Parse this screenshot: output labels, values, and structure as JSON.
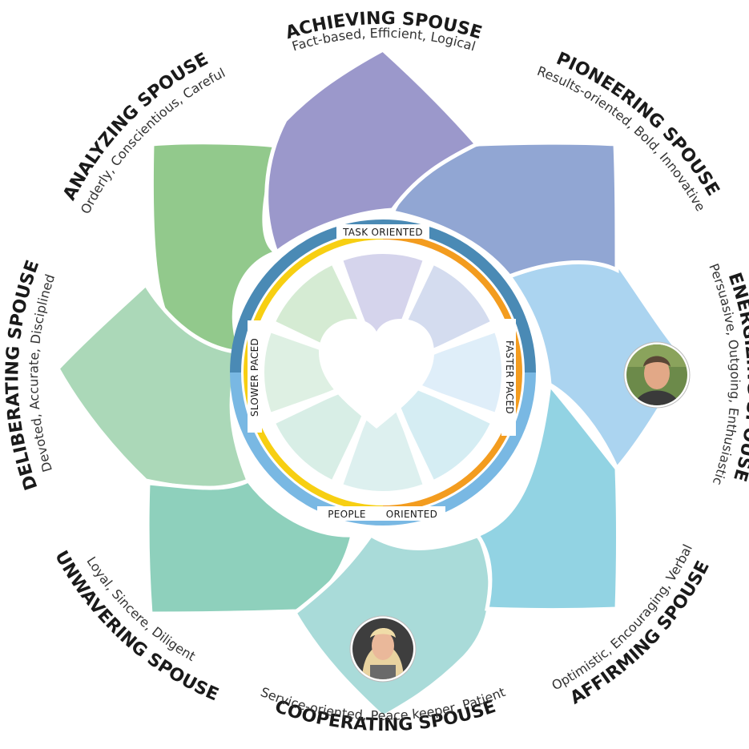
{
  "spouse_types": [
    {
      "key": "achieving",
      "name": "ACHIEVING SPOUSE",
      "traits": "Fact-based, Efficient, Logical",
      "color": "#9b98cb",
      "inner_color": "#d5d4ec"
    },
    {
      "key": "pioneering",
      "name": "PIONEERING SPOUSE",
      "traits": "Results-oriented, Bold, Innovative",
      "color": "#91a6d3",
      "inner_color": "#d4dcef"
    },
    {
      "key": "energizing",
      "name": "ENERGIZING SPOUSE",
      "traits": "Persuasive, Outgoing, Enthusiastic",
      "color": "#abd4f0",
      "inner_color": "#dfeef9"
    },
    {
      "key": "affirming",
      "name": "AFFIRMING SPOUSE",
      "traits": "Optimistic, Encouraging, Verbal",
      "color": "#92d3e3",
      "inner_color": "#d5edf3"
    },
    {
      "key": "cooperating",
      "name": "COOPERATING SPOUSE",
      "traits": "Service-oriented, Peace keeper, Patient",
      "color": "#a9dbd9",
      "inner_color": "#ddf0ef"
    },
    {
      "key": "unwavering",
      "name": "UNWAVERING SPOUSE",
      "traits": "Loyal, Sincere, Diligent",
      "color": "#8ed0bc",
      "inner_color": "#d8eee6"
    },
    {
      "key": "deliberating",
      "name": "DELIBERATING SPOUSE",
      "traits": "Devoted, Accurate, Disciplined",
      "color": "#abd8b8",
      "inner_color": "#def0e3"
    },
    {
      "key": "analyzing",
      "name": "ANALYZING SPOUSE",
      "traits": "Orderly, Conscientious, Careful",
      "color": "#92c98c",
      "inner_color": "#d5ebd3"
    }
  ],
  "ring_labels": {
    "top": "TASK ORIENTED",
    "right": "FASTER PACED",
    "bottom_left": "PEOPLE",
    "bottom_right": "ORIENTED",
    "left": "SLOWER PACED"
  },
  "colors": {
    "ring_blue_dark": "#4a8ab5",
    "ring_blue_light": "#79b8e3",
    "ring_yellow": "#f7cf12",
    "ring_orange": "#f39c1f",
    "heart": "#ffffff"
  },
  "photos": [
    {
      "key": "man-photo",
      "alt": "man"
    },
    {
      "key": "woman-photo",
      "alt": "woman"
    }
  ]
}
